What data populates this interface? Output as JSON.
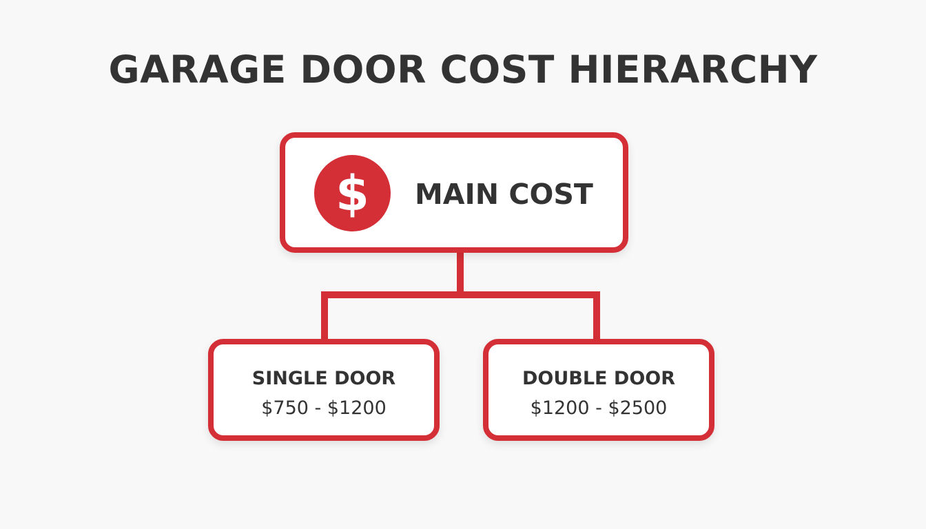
{
  "title": "GARAGE DOOR COST HIERARCHY",
  "root": {
    "icon": "dollar-icon",
    "icon_glyph": "$",
    "label": "MAIN COST"
  },
  "children": [
    {
      "label": "SINGLE DOOR",
      "price": "$750 - $1200"
    },
    {
      "label": "DOUBLE DOOR",
      "price": "$1200 - $2500"
    }
  ],
  "colors": {
    "accent": "#d42f36",
    "text": "#333333",
    "background": "#f8f8f8",
    "box_fill": "#ffffff"
  }
}
